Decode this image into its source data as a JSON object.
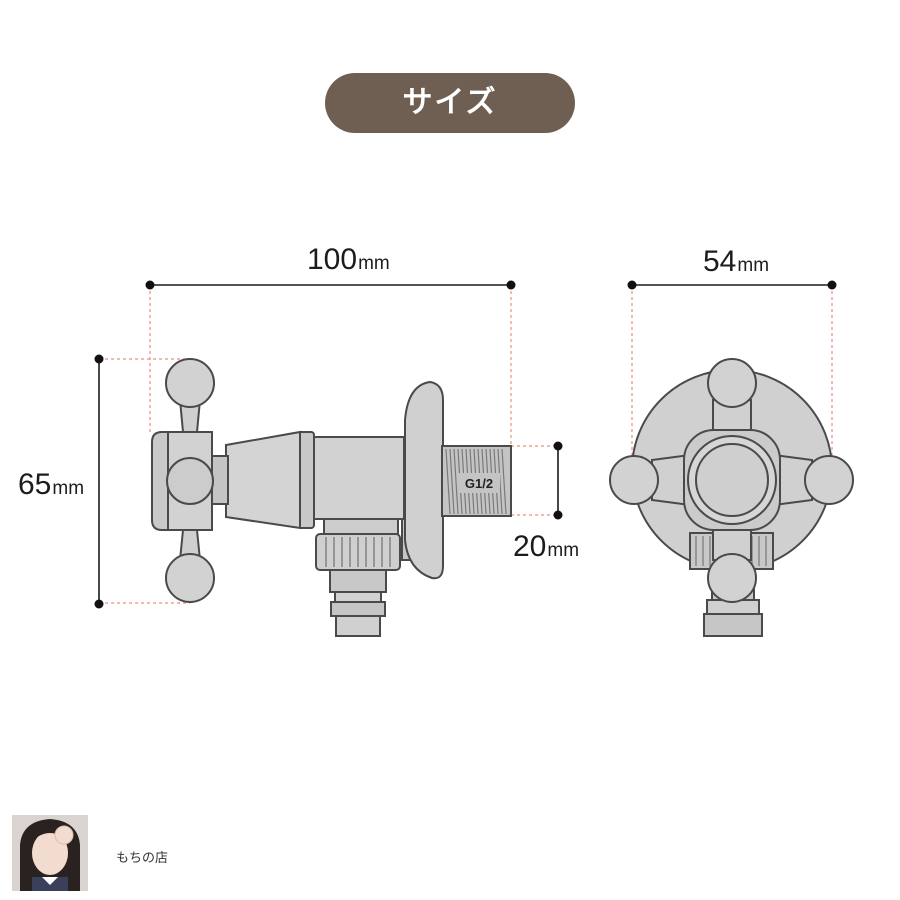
{
  "header": {
    "title": "サイズ"
  },
  "dimensions": {
    "width_side": {
      "value": "100",
      "unit": "mm"
    },
    "width_front": {
      "value": "54",
      "unit": "mm"
    },
    "height": {
      "value": "65",
      "unit": "mm"
    },
    "thread_height": {
      "value": "20",
      "unit": "mm"
    },
    "thread_label": "G1/2"
  },
  "footer": {
    "shop_name": "もちの店"
  },
  "colors": {
    "title_bg": "#6f5f52",
    "metal": "#cfcfcf",
    "outline": "#4a4a4a",
    "guide": "#e8907a"
  }
}
